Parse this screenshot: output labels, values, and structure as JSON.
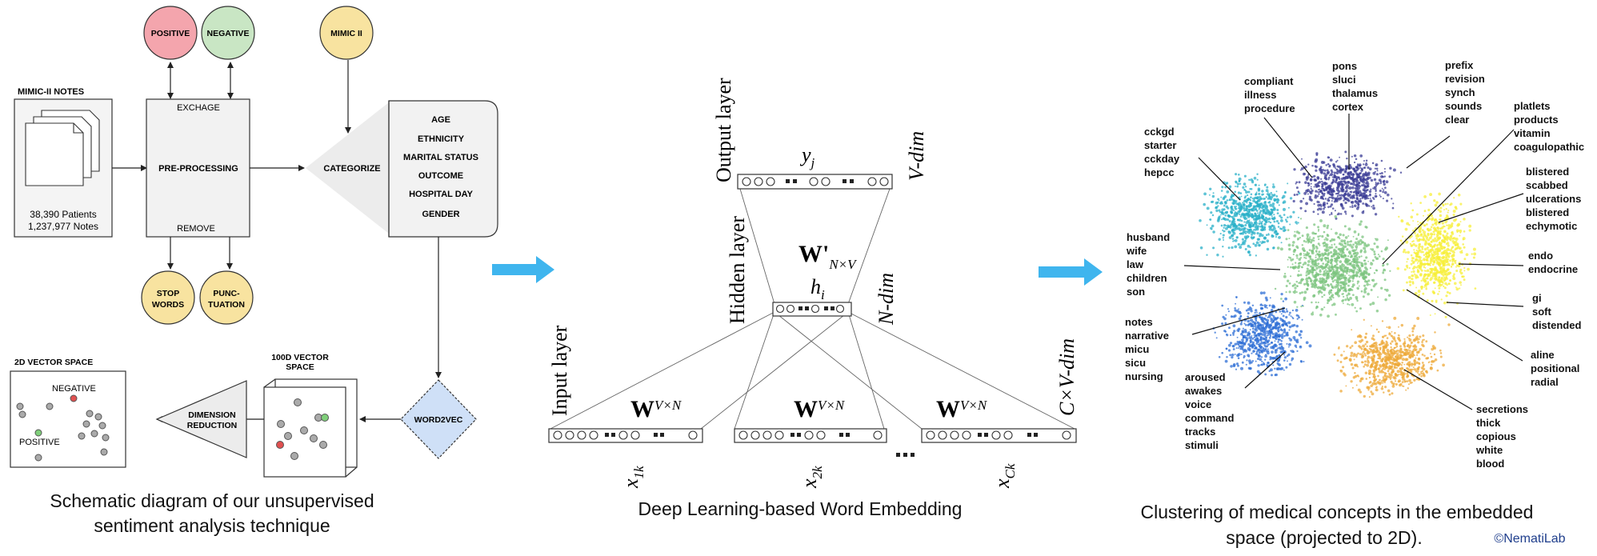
{
  "panel1": {
    "notes_title": "MIMIC-II NOTES",
    "patients": "38,390 Patients",
    "notes_count": "1,237,977 Notes",
    "positive": "POSITIVE",
    "negative": "NEGATIVE",
    "mimic": "MIMIC II",
    "exchage": "EXCHAGE",
    "preprocessing": "PRE-PROCESSING",
    "remove": "REMOVE",
    "stop_l1": "STOP",
    "stop_l2": "WORDS",
    "punc_l1": "PUNC-",
    "punc_l2": "TUATION",
    "categorize": "CATEGORIZE",
    "categories": [
      "AGE",
      "ETHNICITY",
      "MARITAL STATUS",
      "OUTCOME",
      "HOSPITAL  DAY",
      "GENDER"
    ],
    "word2vec": "WORD2VEC",
    "vec100_l1": "100D VECTOR",
    "vec100_l2": "SPACE",
    "dimred_l1": "DIMENSION",
    "dimred_l2": "REDUCTION",
    "vec2d": "2D VECTOR SPACE",
    "vec2d_negative": "NEGATIVE",
    "vec2d_positive": "POSITIVE",
    "caption_l1": "Schematic diagram of our unsupervised",
    "caption_l2": "sentiment analysis technique"
  },
  "panel2": {
    "output_layer": "Output layer",
    "hidden_layer": "Hidden layer",
    "input_layer": "Input layer",
    "yj": "y",
    "yj_sub": "j",
    "hi": "h",
    "hi_sub": "i",
    "vdim": "V-dim",
    "ndim": "N-dim",
    "cvdim": "C×V-dim",
    "w_out": "W'",
    "w_out_sub": "N×V",
    "w_in": "W",
    "w_in_sub": "V×N",
    "x1": "x",
    "x1_sub": "1k",
    "x2": "x",
    "x2_sub": "2k",
    "xc": "x",
    "xc_sub": "Ck",
    "caption": "Deep Learning-based Word Embedding"
  },
  "panel3": {
    "labels": [
      [
        "compliant",
        "illness",
        "procedure"
      ],
      [
        "pons",
        "sluci",
        "thalamus",
        "cortex"
      ],
      [
        "prefix",
        "revision",
        "synch",
        "sounds",
        "clear"
      ],
      [
        "cckgd",
        "starter",
        "cckday",
        "hepcc"
      ],
      [
        "platlets",
        "products",
        "vitamin",
        "coagulopathic"
      ],
      [
        "blistered",
        "scabbed",
        "ulcerations",
        "blistered",
        "echymotic"
      ],
      [
        "husband",
        "wife",
        "law",
        "children",
        "son"
      ],
      [
        "endo",
        "endocrine"
      ],
      [
        "gi",
        "soft",
        "distended"
      ],
      [
        "notes",
        "narrative",
        "micu",
        "sicu",
        "nursing"
      ],
      [
        "aline",
        "positional",
        "radial"
      ],
      [
        "aroused",
        "awakes",
        "voice",
        "command",
        "tracks",
        "stimuli"
      ],
      [
        "secretions",
        "thick",
        "copious",
        "white",
        "blood"
      ]
    ],
    "caption_l1": "Clustering of medical concepts in the embedded",
    "caption_l2": "space (projected to 2D).",
    "credit": "©NematiLab",
    "colors": {
      "cyan": "#2ab0c8",
      "navy": "#3b3c96",
      "green": "#7cc47f",
      "yellow": "#f7ef3a",
      "blue": "#2f6fd6",
      "orange": "#eea93a"
    }
  },
  "arrow_color": "#3fb5ee"
}
